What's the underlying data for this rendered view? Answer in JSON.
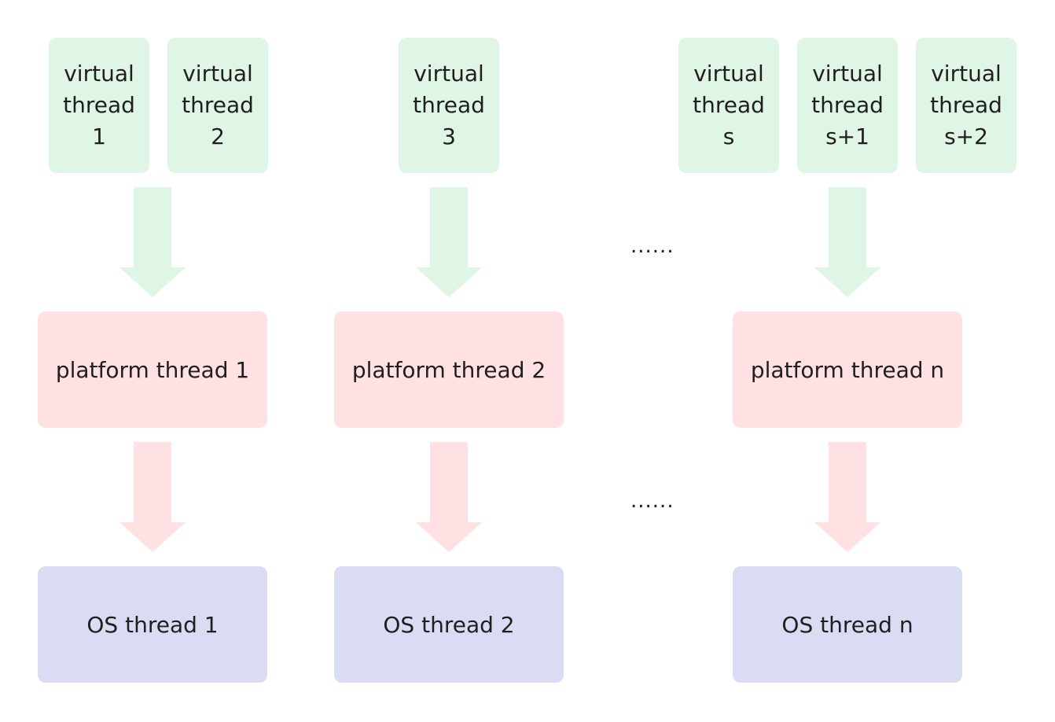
{
  "colors": {
    "virtual": "#dff5e6",
    "platform": "#ffe1e3",
    "os": "#d9dcf3",
    "text": "#1f1f1f"
  },
  "virtual_threads": [
    {
      "label": "virtual\nthread\n1"
    },
    {
      "label": "virtual\nthread\n2"
    },
    {
      "label": "virtual\nthread\n3"
    },
    {
      "label": "virtual\nthread\ns"
    },
    {
      "label": "virtual\nthread\ns+1"
    },
    {
      "label": "virtual\nthread\ns+2"
    }
  ],
  "platform_threads": [
    {
      "label": "platform thread 1"
    },
    {
      "label": "platform thread 2"
    },
    {
      "label": "platform thread n"
    }
  ],
  "os_threads": [
    {
      "label": "OS thread 1"
    },
    {
      "label": "OS thread 2"
    },
    {
      "label": "OS thread n"
    }
  ],
  "ellipsis": [
    "......",
    "......"
  ]
}
